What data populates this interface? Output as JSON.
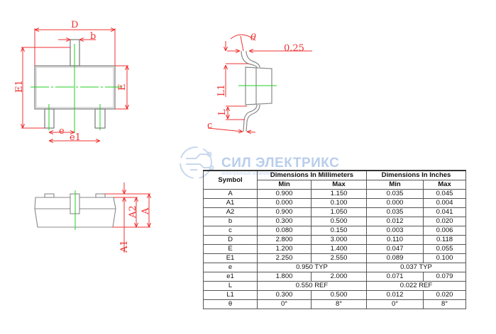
{
  "drawing": {
    "top_view_labels": {
      "D": "D",
      "b": "b",
      "E1": "E1",
      "E": "E",
      "e": "e",
      "e1": "e1"
    },
    "side_view_labels": {
      "theta": "θ",
      "gauge": "0.25",
      "L1": "L1",
      "L": "L",
      "c": "c"
    },
    "front_view_labels": {
      "A1": "A1",
      "A2": "A2",
      "A": "A"
    }
  },
  "watermark": {
    "title": "СИЛ ЭЛЕКТРИКС",
    "subtitle": "электронные компоненты"
  },
  "table": {
    "symbol_header": "Symbol",
    "mm_header": "Dimensions In Millimeters",
    "in_header": "Dimensions In Inches",
    "min": "Min",
    "max": "Max",
    "rows": [
      {
        "s": "A",
        "v": [
          "0.900",
          "1.150",
          "0.035",
          "0.045"
        ]
      },
      {
        "s": "A1",
        "v": [
          "0.000",
          "0.100",
          "0.000",
          "0.004"
        ]
      },
      {
        "s": "A2",
        "v": [
          "0.900",
          "1.050",
          "0.035",
          "0.041"
        ]
      },
      {
        "s": "b",
        "v": [
          "0.300",
          "0.500",
          "0.012",
          "0.020"
        ]
      },
      {
        "s": "c",
        "v": [
          "0.080",
          "0.150",
          "0.003",
          "0.006"
        ]
      },
      {
        "s": "D",
        "v": [
          "2.800",
          "3.000",
          "0.110",
          "0.118"
        ]
      },
      {
        "s": "E",
        "v": [
          "1.200",
          "1.400",
          "0.047",
          "0.055"
        ]
      },
      {
        "s": "E1",
        "v": [
          "2.250",
          "2.550",
          "0.089",
          "0.100"
        ]
      },
      {
        "s": "e",
        "mm": "0.950 TYP",
        "in": "0.037 TYP"
      },
      {
        "s": "e1",
        "v": [
          "1.800",
          "2.000",
          "0.071",
          "0.079"
        ]
      },
      {
        "s": "L",
        "mm": "0.550 REF",
        "in": "0.022 REF"
      },
      {
        "s": "L1",
        "v": [
          "0.300",
          "0.500",
          "0.012",
          "0.020"
        ]
      },
      {
        "s": "θ",
        "v": [
          "0°",
          "8°",
          "0°",
          "8°"
        ]
      }
    ]
  }
}
